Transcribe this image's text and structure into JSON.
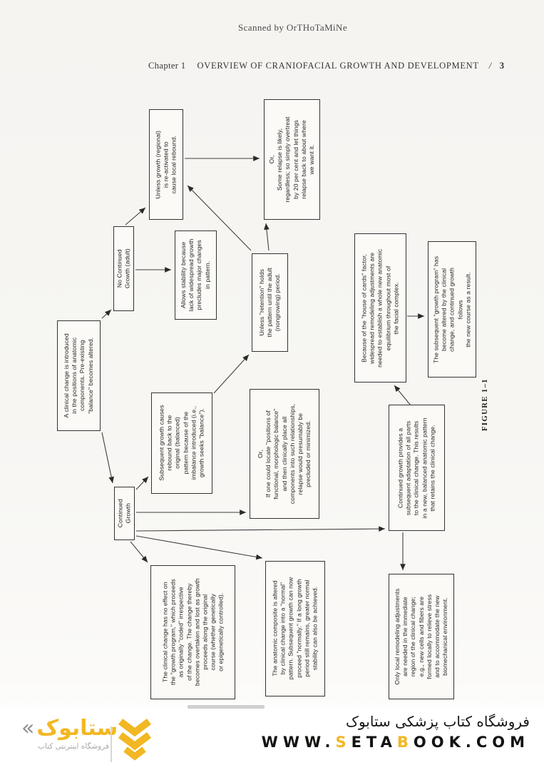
{
  "page": {
    "scan_credit": "Scanned by OrTHoTaMiNe",
    "chapter": {
      "label": "Chapter 1",
      "title": "OVERVIEW OF CRANIOFACIAL GROWTH AND DEVELOPMENT",
      "separator": "/",
      "page_number": "3"
    }
  },
  "figure": {
    "label": "FIGURE 1–1",
    "boxes": {
      "clinical_change": "A clinical change is introduced\nin the positions of anatomic\ncomponents. Pre-existing\n\"balance\" becomes altered.",
      "no_continued_growth": "No Continued\nGrowth (adult)",
      "continued_growth": "Continued\nGrowth",
      "allows_stability": "Allows stability because\nlack of widespread growth\nprecludes major changes\nin pattern.",
      "unless_growth_reactivated": "Unless growth (regional)\nis re-activated to\ncause local rebound.",
      "overtreat_relapse": "Or,\nSome relapse is likely,\nregardless; so simply overtreat\nby 20 per cent and let things\nrelapse back to about where\nwe want it.",
      "unless_retention": "Unless \"retention\" holds\nthe pattern until the adult\n(nongrowing) period.",
      "house_of_cards": "Because of the \"house of cards\" factor,\nwidespread remodeling adjustments are\nneeded to establish a whole new anatomic\nequilibrium throughout most of\nthe facial complex.",
      "growth_program_altered": "The subsequent \"growth program\" has\nbecome altered by the clinical\nchange, and continued growth\nfollows\nthe new course as a result.",
      "rebound": "Subsequent growth causes\nrebound back to the\noriginal (balanced)\npattern because of the\nimbalance introduced (i.e.,\ngrowth seeks \"balance\").",
      "morphologic_balance": "Or,\nIf one could locate \"positions of\nfunctional, morphologic balance\"\nand then clinically place all\ncomponents into such relationships,\nrelapse would presumably be\nprecluded or minimized.",
      "subsequent_adaptation": "Continued growth provides a\nsubsequent adaptation of all parts\nto the clinical change. This results\nin a new, balanced anatomic pattern\nthat retains the clinical change.",
      "no_effect": "The clinical change has no effect on\nthe \"growth program,\" which proceeds\nas originally \"coded\" irrespective\nof the change. The change thereby\nbecomes overtaken and lost as growth\nproceeds along the original\ncourse (whether genetically\nor epigenetically controlled).",
      "anatomic_composite": "The anatomic composite is altered\nby clinical change into a \"normal\"\npattern. Subsequent growth can now\nproceed \"normally.\" If a long growth\nperiod still remains, greater normal\nstability can also be achieved.",
      "local_remodeling": "Only local remodeling adjustments\nare needed in the immediate\nregion of the clinical change;\ne.g., new cells and fibers are\nformed locally to relieve stress\nand to accommodate the new\nbiomechanical environment."
    },
    "edges": [
      {
        "from": "clinical_change",
        "to": "no_continued_growth"
      },
      {
        "from": "clinical_change",
        "to": "continued_growth"
      },
      {
        "from": "no_continued_growth",
        "to": "allows_stability"
      },
      {
        "from": "no_continued_growth",
        "to": "unless_growth_reactivated"
      },
      {
        "from": "unless_growth_reactivated",
        "to": "overtreat_relapse"
      },
      {
        "from": "unless_retention",
        "to": "unless_growth_reactivated"
      },
      {
        "from": "unless_retention",
        "to": "overtreat_relapse"
      },
      {
        "from": "rebound",
        "to": "unless_retention"
      },
      {
        "from": "continued_growth",
        "to": "rebound"
      },
      {
        "from": "continued_growth",
        "to": "morphologic_balance"
      },
      {
        "from": "continued_growth",
        "to": "subsequent_adaptation"
      },
      {
        "from": "continued_growth",
        "to": "no_effect"
      },
      {
        "from": "continued_growth",
        "to": "anatomic_composite"
      },
      {
        "from": "subsequent_adaptation",
        "to": "house_of_cards"
      },
      {
        "from": "house_of_cards",
        "to": "growth_program_altered"
      },
      {
        "from": "subsequent_adaptation",
        "to": "local_remodeling"
      }
    ]
  },
  "footer": {
    "logo": {
      "guillemet": "«",
      "brand": "ستابوک",
      "tagline": "فروشگاه اینترنتی کتاب"
    },
    "store_name": "فروشگاه کتاب پزشکی ستابوک",
    "website": {
      "www": "WWW.",
      "s": "S",
      "eta": "ETA",
      "b": "B",
      "rest": "OOK.COM"
    },
    "accent_gold": "#F2B722"
  }
}
